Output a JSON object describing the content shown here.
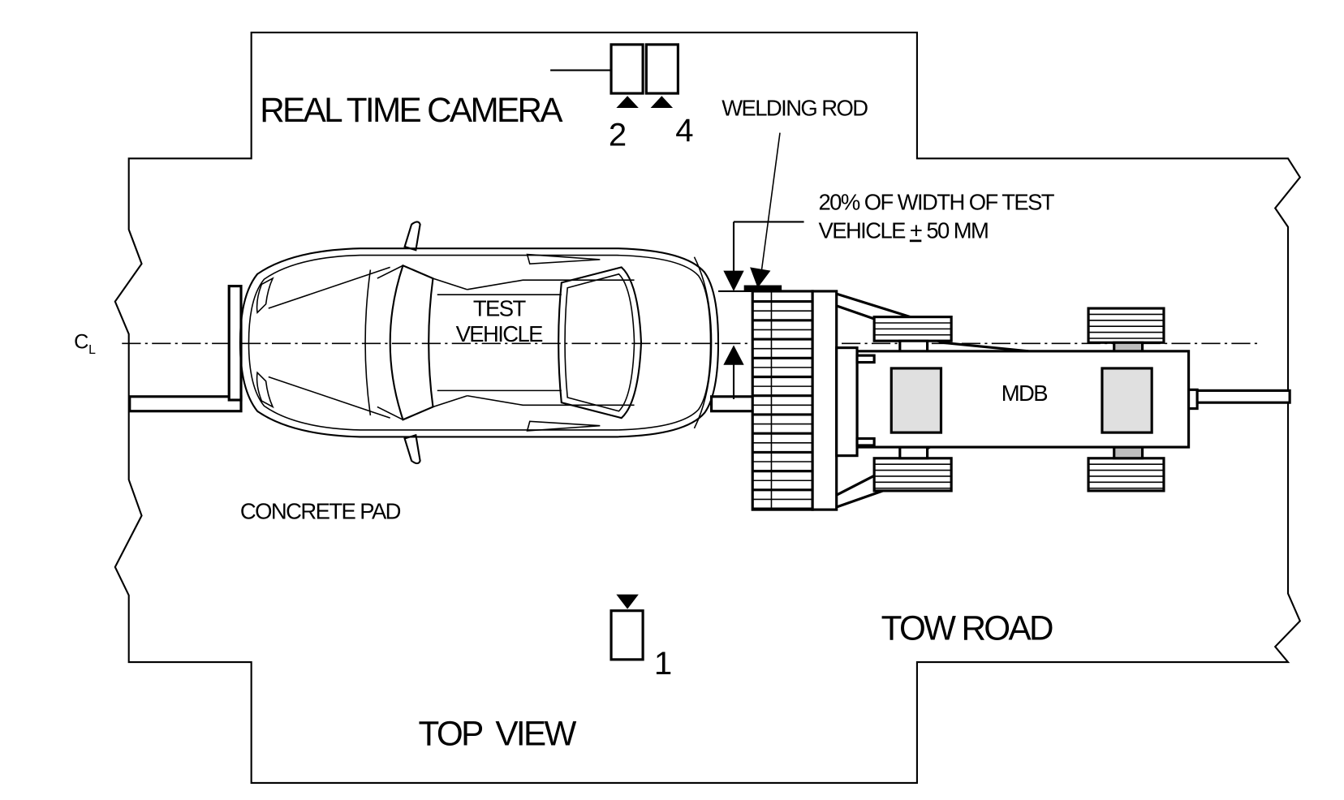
{
  "diagram": {
    "title": "TOP VIEW",
    "labels": {
      "real_time_camera": "REAL TIME CAMERA",
      "welding_rod": "WELDING ROD",
      "dimension_line1": "20% OF WIDTH OF TEST",
      "dimension_line2_prefix": "VEHICLE ",
      "dimension_plus_minus": "+",
      "dimension_line2_suffix": " 50 MM",
      "test_vehicle_line1": "TEST",
      "test_vehicle_line2": "VEHICLE",
      "concrete_pad": "CONCRETE PAD",
      "tow_road": "TOW ROAD",
      "mdb": "MDB",
      "centerline_c": "C",
      "centerline_l": "L"
    },
    "cameras": [
      {
        "id": "2"
      },
      {
        "id": "4"
      },
      {
        "id": "1"
      }
    ],
    "colors": {
      "line": "#000000",
      "background": "#ffffff",
      "block_fill": "#e0e0e0",
      "hub_fill": "#bdbdbd"
    }
  }
}
